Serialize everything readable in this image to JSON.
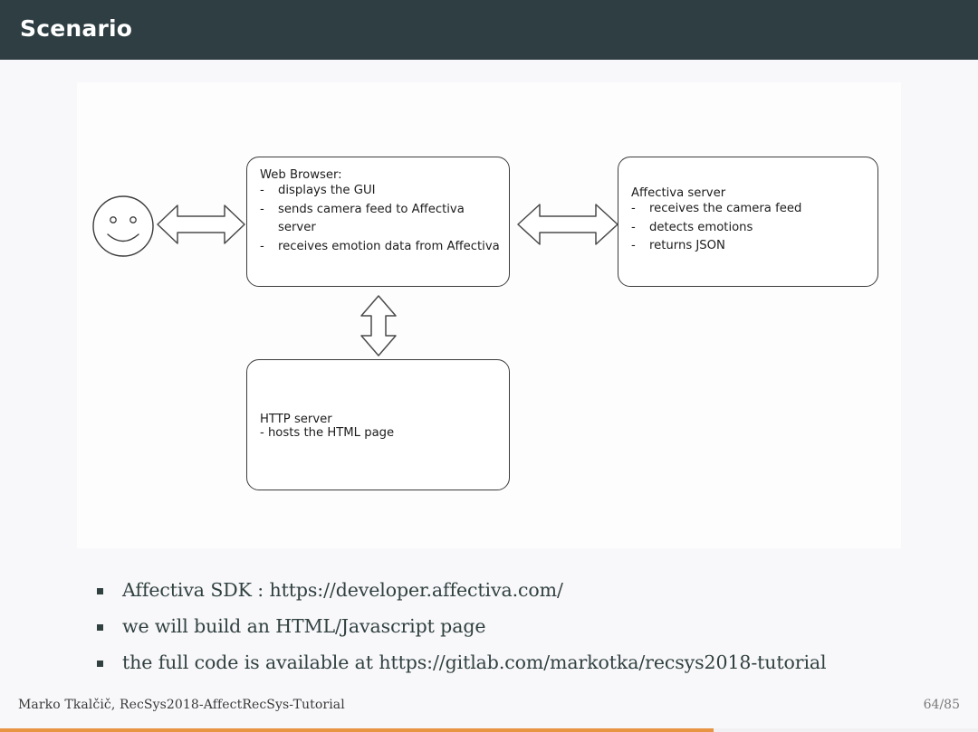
{
  "slide": {
    "title": "Scenario",
    "title_bar_color": "#2e3e42",
    "accent_color": "#e79443",
    "background_color": "#f8f7fa"
  },
  "diagram": {
    "user_icon": "smiley-face-icon",
    "nodes": [
      {
        "id": "web-browser",
        "title": "Web Browser:",
        "items": [
          "displays the GUI",
          "sends camera feed to Affectiva\nserver",
          "receives emotion data from\nAffectiva"
        ]
      },
      {
        "id": "affectiva-server",
        "title": "Affectiva server",
        "items": [
          "receives the camera feed",
          "detects emotions",
          "returns JSON"
        ]
      },
      {
        "id": "http-server",
        "title": "HTTP server",
        "subtitle": "- hosts the HTML page"
      }
    ],
    "connectors": [
      {
        "id": "user-to-browser",
        "kind": "double-arrow-horizontal"
      },
      {
        "id": "browser-to-affectiva",
        "kind": "double-arrow-horizontal"
      },
      {
        "id": "browser-to-http",
        "kind": "double-arrow-vertical"
      }
    ],
    "dash_marker": "-"
  },
  "bullets": [
    "Affectiva SDK : https://developer.affectiva.com/",
    "we will build an HTML/Javascript page",
    "the full code is available at https://gitlab.com/markotka/recsys2018-tutorial"
  ],
  "footer": {
    "author": "Marko Tkalčič, RecSys2018-AffectRecSys-Tutorial",
    "page": "64/85",
    "progress_percent": 73
  }
}
